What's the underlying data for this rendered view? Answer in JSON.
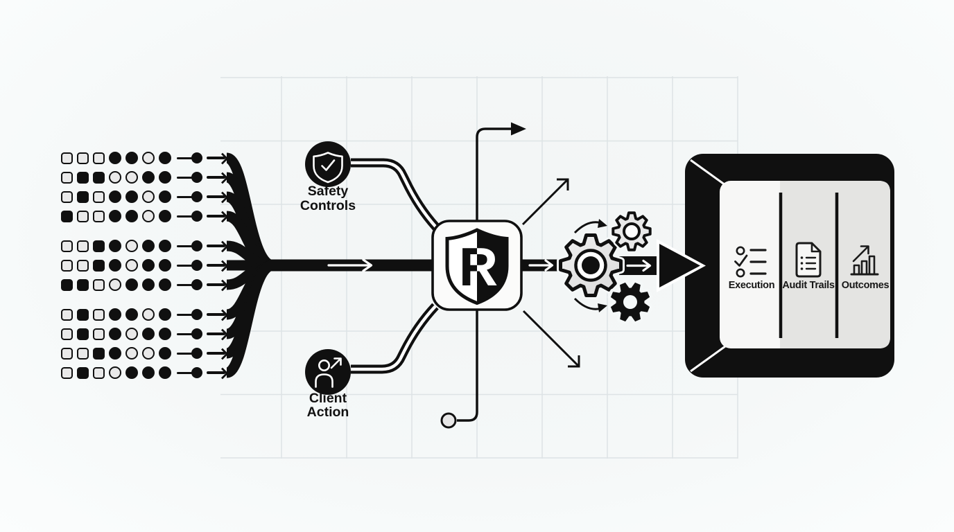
{
  "colors": {
    "ink": "#101010",
    "light_fill": "#e9e9e9",
    "panel_gray": "#e4e4e2",
    "background": "#f4f7f7",
    "grid": "#dee4e6"
  },
  "input_rows": {
    "legend": "F=filled token, O=outlined token; each row ends with a line-dot connector and a right arrow",
    "rows": [
      {
        "squares": "OOO",
        "circles": "FFOF"
      },
      {
        "squares": "OFF",
        "circles": "OOFF"
      },
      {
        "squares": "OFO",
        "circles": "FFOF"
      },
      {
        "squares": "FOO",
        "circles": "FFOF"
      },
      {
        "squares": "OOF",
        "circles": "FOFF"
      },
      {
        "squares": "OOF",
        "circles": "FOFF"
      },
      {
        "squares": "FFO",
        "circles": "OFFF"
      },
      {
        "squares": "OFO",
        "circles": "FFOF"
      },
      {
        "squares": "OFO",
        "circles": "FOFF"
      },
      {
        "squares": "OOF",
        "circles": "FOOF"
      },
      {
        "squares": "OFO",
        "circles": "OFFF"
      }
    ]
  },
  "nodes": {
    "safety_controls": {
      "label_line1": "Safety",
      "label_line2": "Controls",
      "icon": "shield-check-icon"
    },
    "client_action": {
      "label_line1": "Client",
      "label_line2": "Action",
      "icon": "person-arrow-icon"
    },
    "gateway": {
      "letter": "R",
      "icon": "shield-r-logo"
    },
    "gears": {
      "icon": "processing-gears"
    }
  },
  "panel": {
    "columns": [
      {
        "label": "Execution",
        "icon": "checklist-icon"
      },
      {
        "label": "Audit Trails",
        "icon": "document-list-icon"
      },
      {
        "label": "Outcomes",
        "icon": "bar-chart-arrow-icon"
      }
    ]
  }
}
